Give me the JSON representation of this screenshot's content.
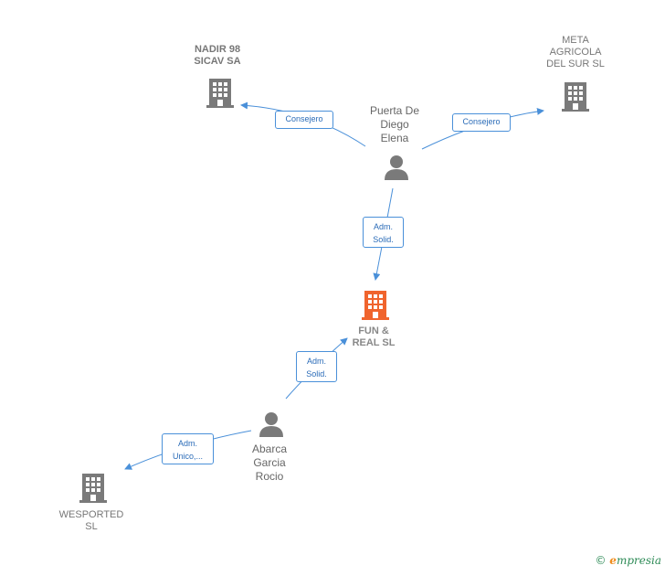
{
  "colors": {
    "edge": "#4a90d9",
    "company": "#7a7a7a",
    "focus_company": "#f0642d",
    "person": "#7a7a7a"
  },
  "nodes": {
    "nadir": {
      "label": "NADIR 98\nSICAV SA",
      "icon": "building-icon"
    },
    "meta": {
      "label": "META\nAGRICOLA\nDEL SUR SL",
      "icon": "building-icon"
    },
    "puerta": {
      "label": "Puerta De\nDiego\nElena",
      "icon": "person-icon"
    },
    "fun": {
      "label": "FUN &\nREAL  SL",
      "icon": "building-icon"
    },
    "abarca": {
      "label": "Abarca\nGarcia\nRocio",
      "icon": "person-icon"
    },
    "wesported": {
      "label": "WESPORTED\nSL",
      "icon": "building-icon"
    }
  },
  "edges": {
    "puerta_nadir": "Consejero",
    "puerta_meta": "Consejero",
    "puerta_fun": "Adm.\nSolid.",
    "abarca_fun": "Adm.\nSolid.",
    "abarca_wesported": "Adm.\nUnico,..."
  },
  "footer": {
    "copyright": "©",
    "brand_e": "e",
    "brand_rest": "mpresia"
  }
}
